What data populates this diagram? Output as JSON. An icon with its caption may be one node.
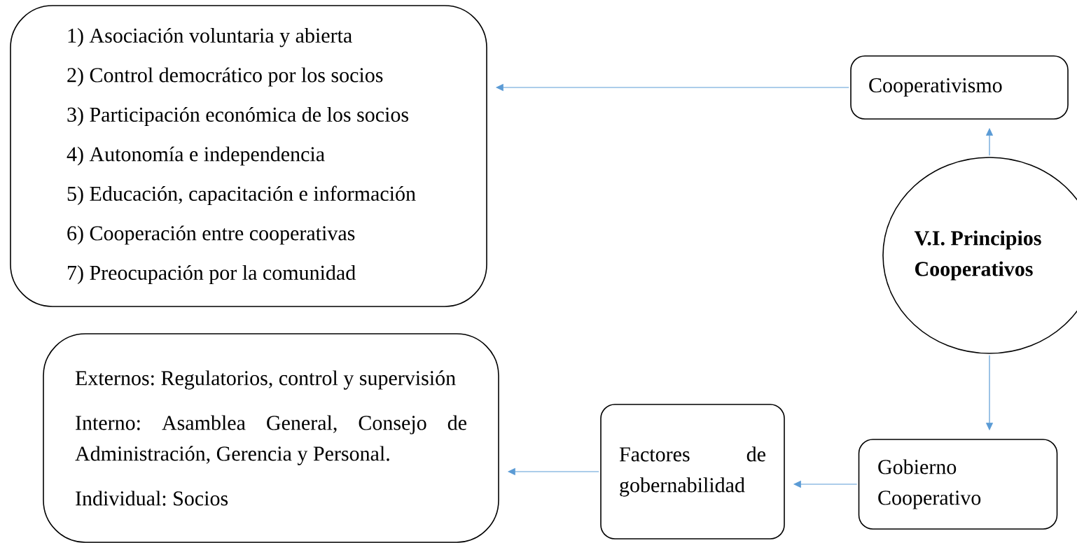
{
  "diagram": {
    "nodes": [
      {
        "text": [
          "V.I. Principios Cooperativos"
        ]
      },
      {
        "text": [
          "Cooperativismo"
        ]
      },
      {
        "text": [
          "1) Asociación voluntaria y abierta",
          "2) Control democrático por los socios",
          "3) Participación económica de los socios",
          "4) Autonomía e independencia",
          "5) Educación, capacitación e información",
          "6) Cooperación entre cooperativas",
          "7) Preocupación por la comunidad"
        ]
      },
      {
        "text": [
          "Gobierno Cooperativo"
        ]
      },
      {
        "text": [
          "Factores de gobernabilidad"
        ]
      },
      {
        "text": [
          "Externos: Regulatorios, control y supervisión",
          "Interno: Asamblea General, Consejo de Administración, Gerencia y Personal.",
          "Individual: Socios"
        ]
      }
    ],
    "edges": [
      {
        "from": 0,
        "to": 1,
        "arrow": "to",
        "color": "#5b9bd5"
      },
      {
        "from": 1,
        "to": 2,
        "arrow": "to",
        "color": "#5b9bd5"
      },
      {
        "from": 0,
        "to": 3,
        "arrow": "to",
        "color": "#5b9bd5"
      },
      {
        "from": 3,
        "to": 4,
        "arrow": "to",
        "color": "#5b9bd5"
      },
      {
        "from": 4,
        "to": 5,
        "arrow": "to",
        "color": "#5b9bd5"
      }
    ]
  }
}
